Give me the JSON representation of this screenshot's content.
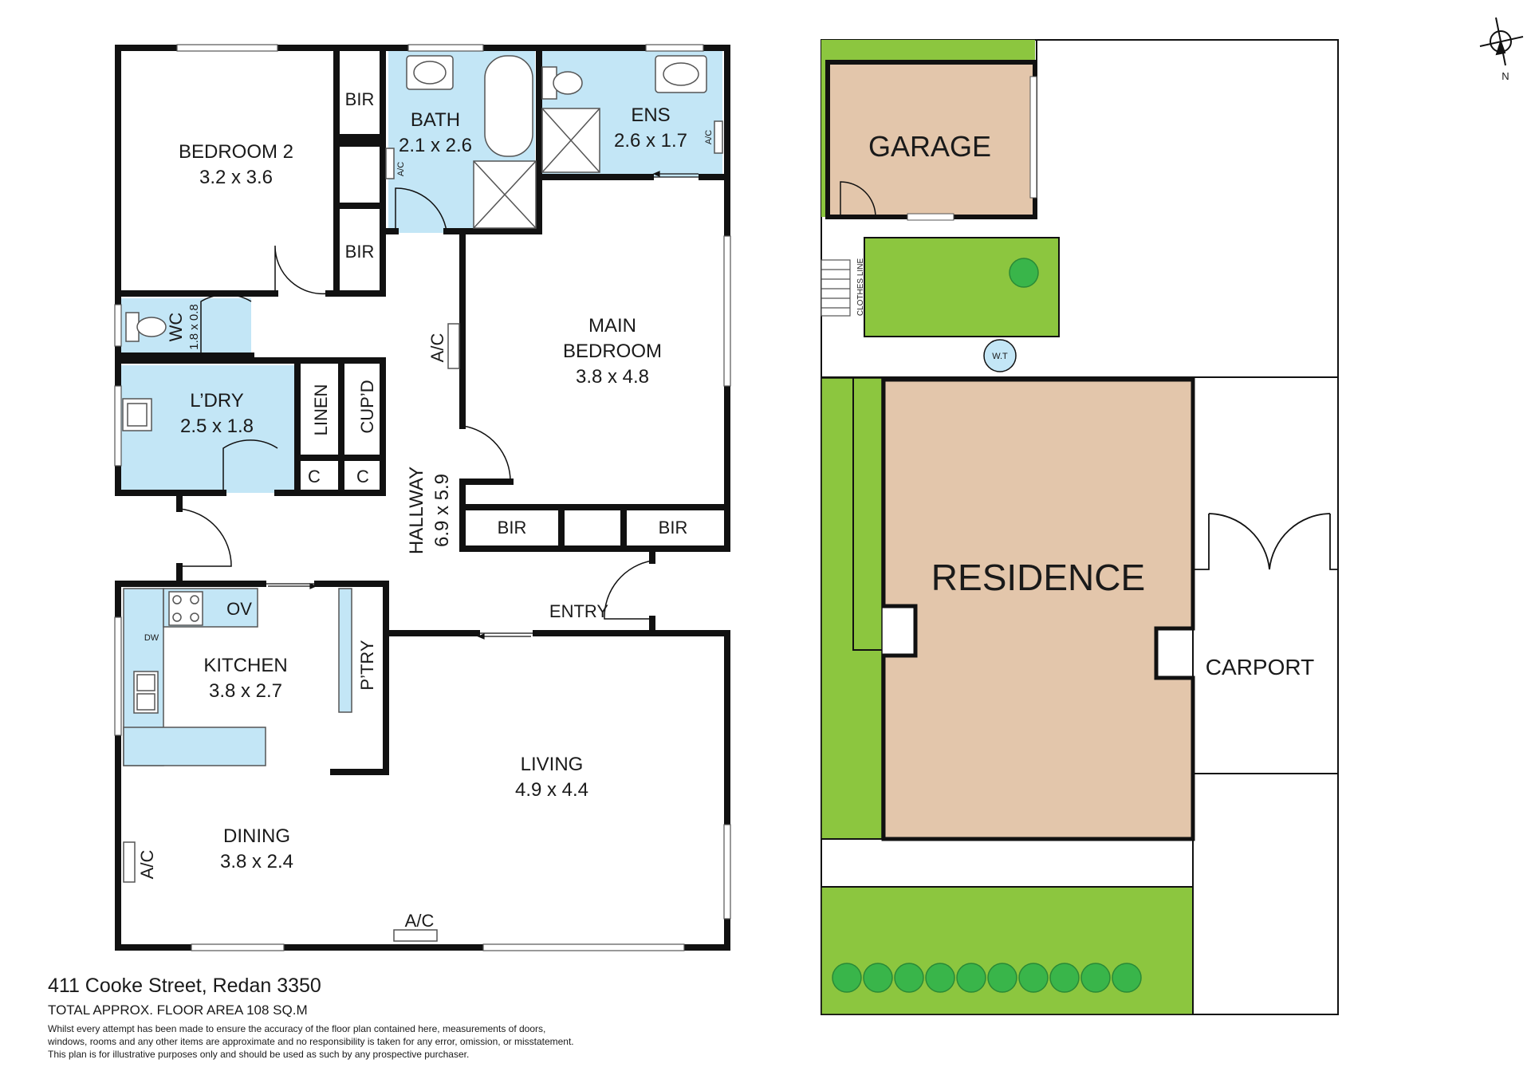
{
  "floorplan": {
    "rooms": {
      "bedroom2": {
        "name": "BEDROOM 2",
        "dims": "3.2 x 3.6"
      },
      "bath": {
        "name": "BATH",
        "dims": "2.1 x 2.6"
      },
      "ens": {
        "name": "ENS",
        "dims": "2.6 x 1.7"
      },
      "main_bedroom": {
        "name_line1": "MAIN",
        "name_line2": "BEDROOM",
        "dims": "3.8 x 4.8"
      },
      "wc": {
        "name": "WC",
        "dims": "1.8 x 0.8"
      },
      "laundry": {
        "name": "L’DRY",
        "dims": "2.5 x 1.8"
      },
      "hallway": {
        "name": "HALLWAY",
        "dims": "6.9 x 5.9"
      },
      "kitchen": {
        "name": "KITCHEN",
        "dims": "3.8 x 2.7"
      },
      "living": {
        "name": "LIVING",
        "dims": "4.9 x 4.4"
      },
      "dining": {
        "name": "DINING",
        "dims": "3.8 x 2.4"
      }
    },
    "labels": {
      "bir": "BIR",
      "ac": "A/C",
      "linen": "LINEN",
      "cupd": "CUP’D",
      "c": "C",
      "ov": "OV",
      "dw": "DW",
      "pantry": "P’TRY",
      "entry": "ENTRY"
    }
  },
  "siteplan": {
    "garage": "GARAGE",
    "residence": "RESIDENCE",
    "carport": "CARPORT",
    "clothes_line": "CLOTHES LINE",
    "water_tank": "W.T",
    "compass_n": "N"
  },
  "footer": {
    "address": "411 Cooke Street, Redan 3350",
    "area": "TOTAL APPROX. FLOOR AREA 108 SQ.M",
    "disclaimer_1": "Whilst every attempt has been made to ensure the accuracy of the floor plan contained here, measurements of doors,",
    "disclaimer_2": "windows, rooms and any other items are approximate and no responsibility is taken for any error, omission, or misstatement.",
    "disclaimer_3": "This plan is for illustrative purposes only and should be used as such by any prospective purchaser."
  },
  "colors": {
    "wet_area": "#c3e6f6",
    "wall": "#111111",
    "lawn": "#8cc63f",
    "building_fill": "#e3c6ab",
    "tree": "#39b54a"
  }
}
